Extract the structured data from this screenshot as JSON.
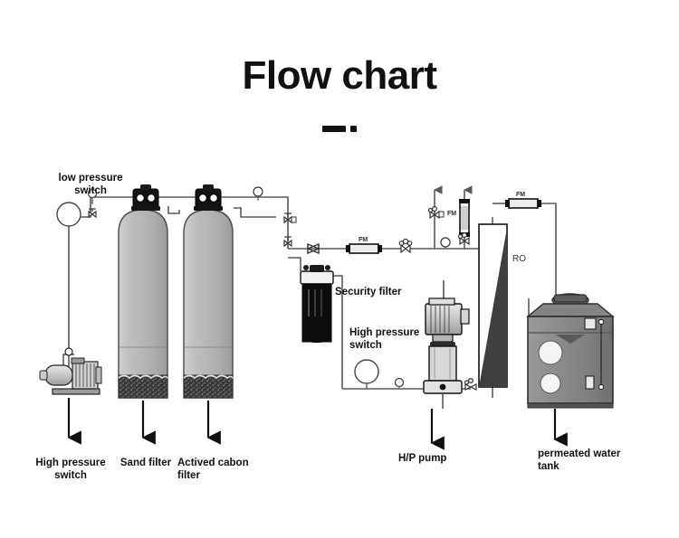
{
  "page": {
    "title": "Flow chart",
    "rule": {
      "dash": "—",
      "dot": "."
    },
    "background": "#ffffff",
    "ink": "#111111"
  },
  "diagram": {
    "type": "process-flow-diagram",
    "subject": "reverse osmosis water treatment system",
    "labels": {
      "low_pressure_switch": "low pressure\nswitch",
      "high_pressure_switch_left": "High pressure\nswitch",
      "sand_filter": "Sand filter",
      "actived_cabon_filter": "Actived cabon\nfilter",
      "security_filter": "Security filter",
      "high_pressure_switch_mid": "High pressure\nswitch",
      "hp_pump": "H/P pump",
      "permeated_water_tank": "permeated water\ntank",
      "ro_membrane": "RO"
    },
    "instrument_tags": {
      "flow_meter_1": "FM",
      "flow_meter_2": "FM",
      "flow_meter_3": "FM"
    },
    "colors": {
      "pipe": "#5a5a5a",
      "tank_body": "#b6b6b6",
      "tank_media": "#3c3c3c",
      "valve_head": "#111111",
      "cartridge": "#0d0d0d",
      "membrane_fill": "#3f3f3f",
      "storage_tank": "#8a8a8a",
      "arrow": "#111111"
    },
    "components": [
      {
        "name": "feed-pump",
        "kind": "horizontal centrifugal pump"
      },
      {
        "name": "low-pressure-switch",
        "kind": "pressure switch"
      },
      {
        "name": "sand-filter-tank",
        "kind": "media filter vessel"
      },
      {
        "name": "carbon-filter-tank",
        "kind": "media filter vessel"
      },
      {
        "name": "security-filter",
        "kind": "cartridge filter housing"
      },
      {
        "name": "high-pressure-pump",
        "kind": "vertical multistage pump"
      },
      {
        "name": "ro-membrane-vessel",
        "kind": "membrane housing"
      },
      {
        "name": "permeate-tank",
        "kind": "storage tank"
      }
    ]
  }
}
